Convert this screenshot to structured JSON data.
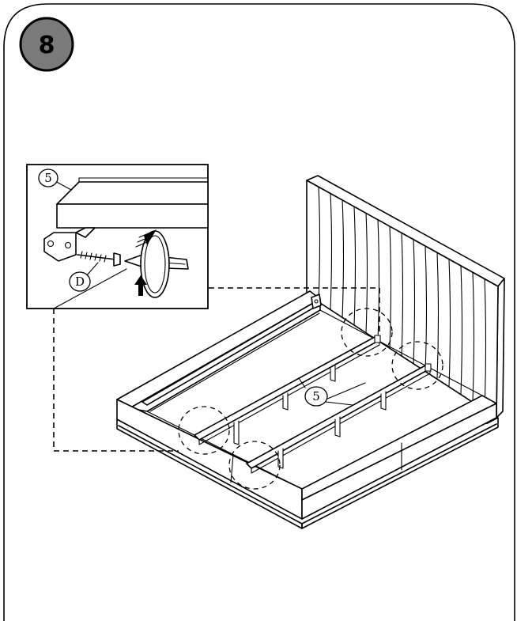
{
  "step": {
    "number": "8",
    "badge_color": "#7a7a7a"
  },
  "callouts": {
    "detail_part": "5",
    "screw": "D",
    "slats": "5"
  },
  "icons": [
    "screwdriver-icon",
    "rotate-arrow-icon"
  ]
}
